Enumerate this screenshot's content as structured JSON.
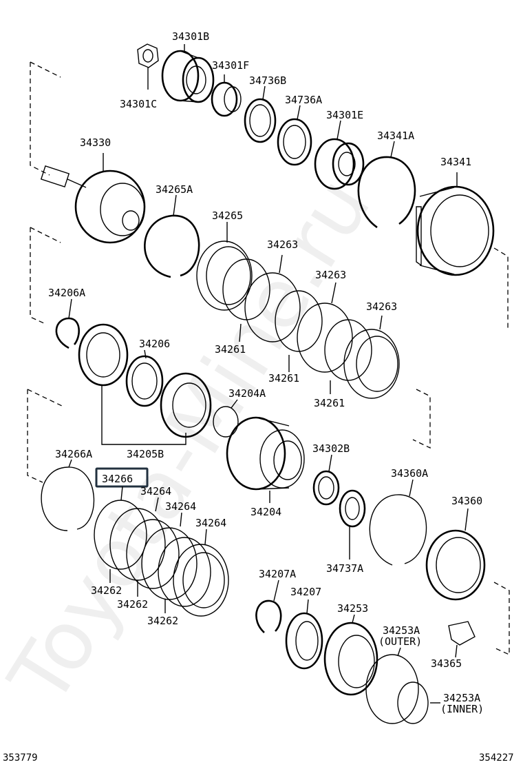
{
  "diagram": {
    "highlight_color": "#22313f",
    "watermark": "Toyota-Mine.ru",
    "footer_left": "353779",
    "footer_right": "354227",
    "highlighted_part": "34266",
    "parts": {
      "p34301B": "34301B",
      "p34301F": "34301F",
      "p34301C": "34301C",
      "p34736B": "34736B",
      "p34736A": "34736A",
      "p34301E": "34301E",
      "p34341A": "34341A",
      "p34330": "34330",
      "p34341": "34341",
      "p34265A": "34265A",
      "p34265": "34265",
      "p34263a": "34263",
      "p34263b": "34263",
      "p34263c": "34263",
      "p34206A": "34206A",
      "p34206": "34206",
      "p34261a": "34261",
      "p34261b": "34261",
      "p34261c": "34261",
      "p34204A": "34204A",
      "p34266A": "34266A",
      "p34205B": "34205B",
      "p34302B": "34302B",
      "p34360A": "34360A",
      "p34266": "34266",
      "p34264a": "34264",
      "p34264b": "34264",
      "p34264c": "34264",
      "p34204": "34204",
      "p34360": "34360",
      "p34737A": "34737A",
      "p34262a": "34262",
      "p34262b": "34262",
      "p34262c": "34262",
      "p34207A": "34207A",
      "p34207": "34207",
      "p34253": "34253",
      "p34253A_outer": "34253A",
      "outer_note": "(OUTER)",
      "p34365": "34365",
      "p34253A_inner": "34253A",
      "inner_note": "(INNER)"
    }
  }
}
